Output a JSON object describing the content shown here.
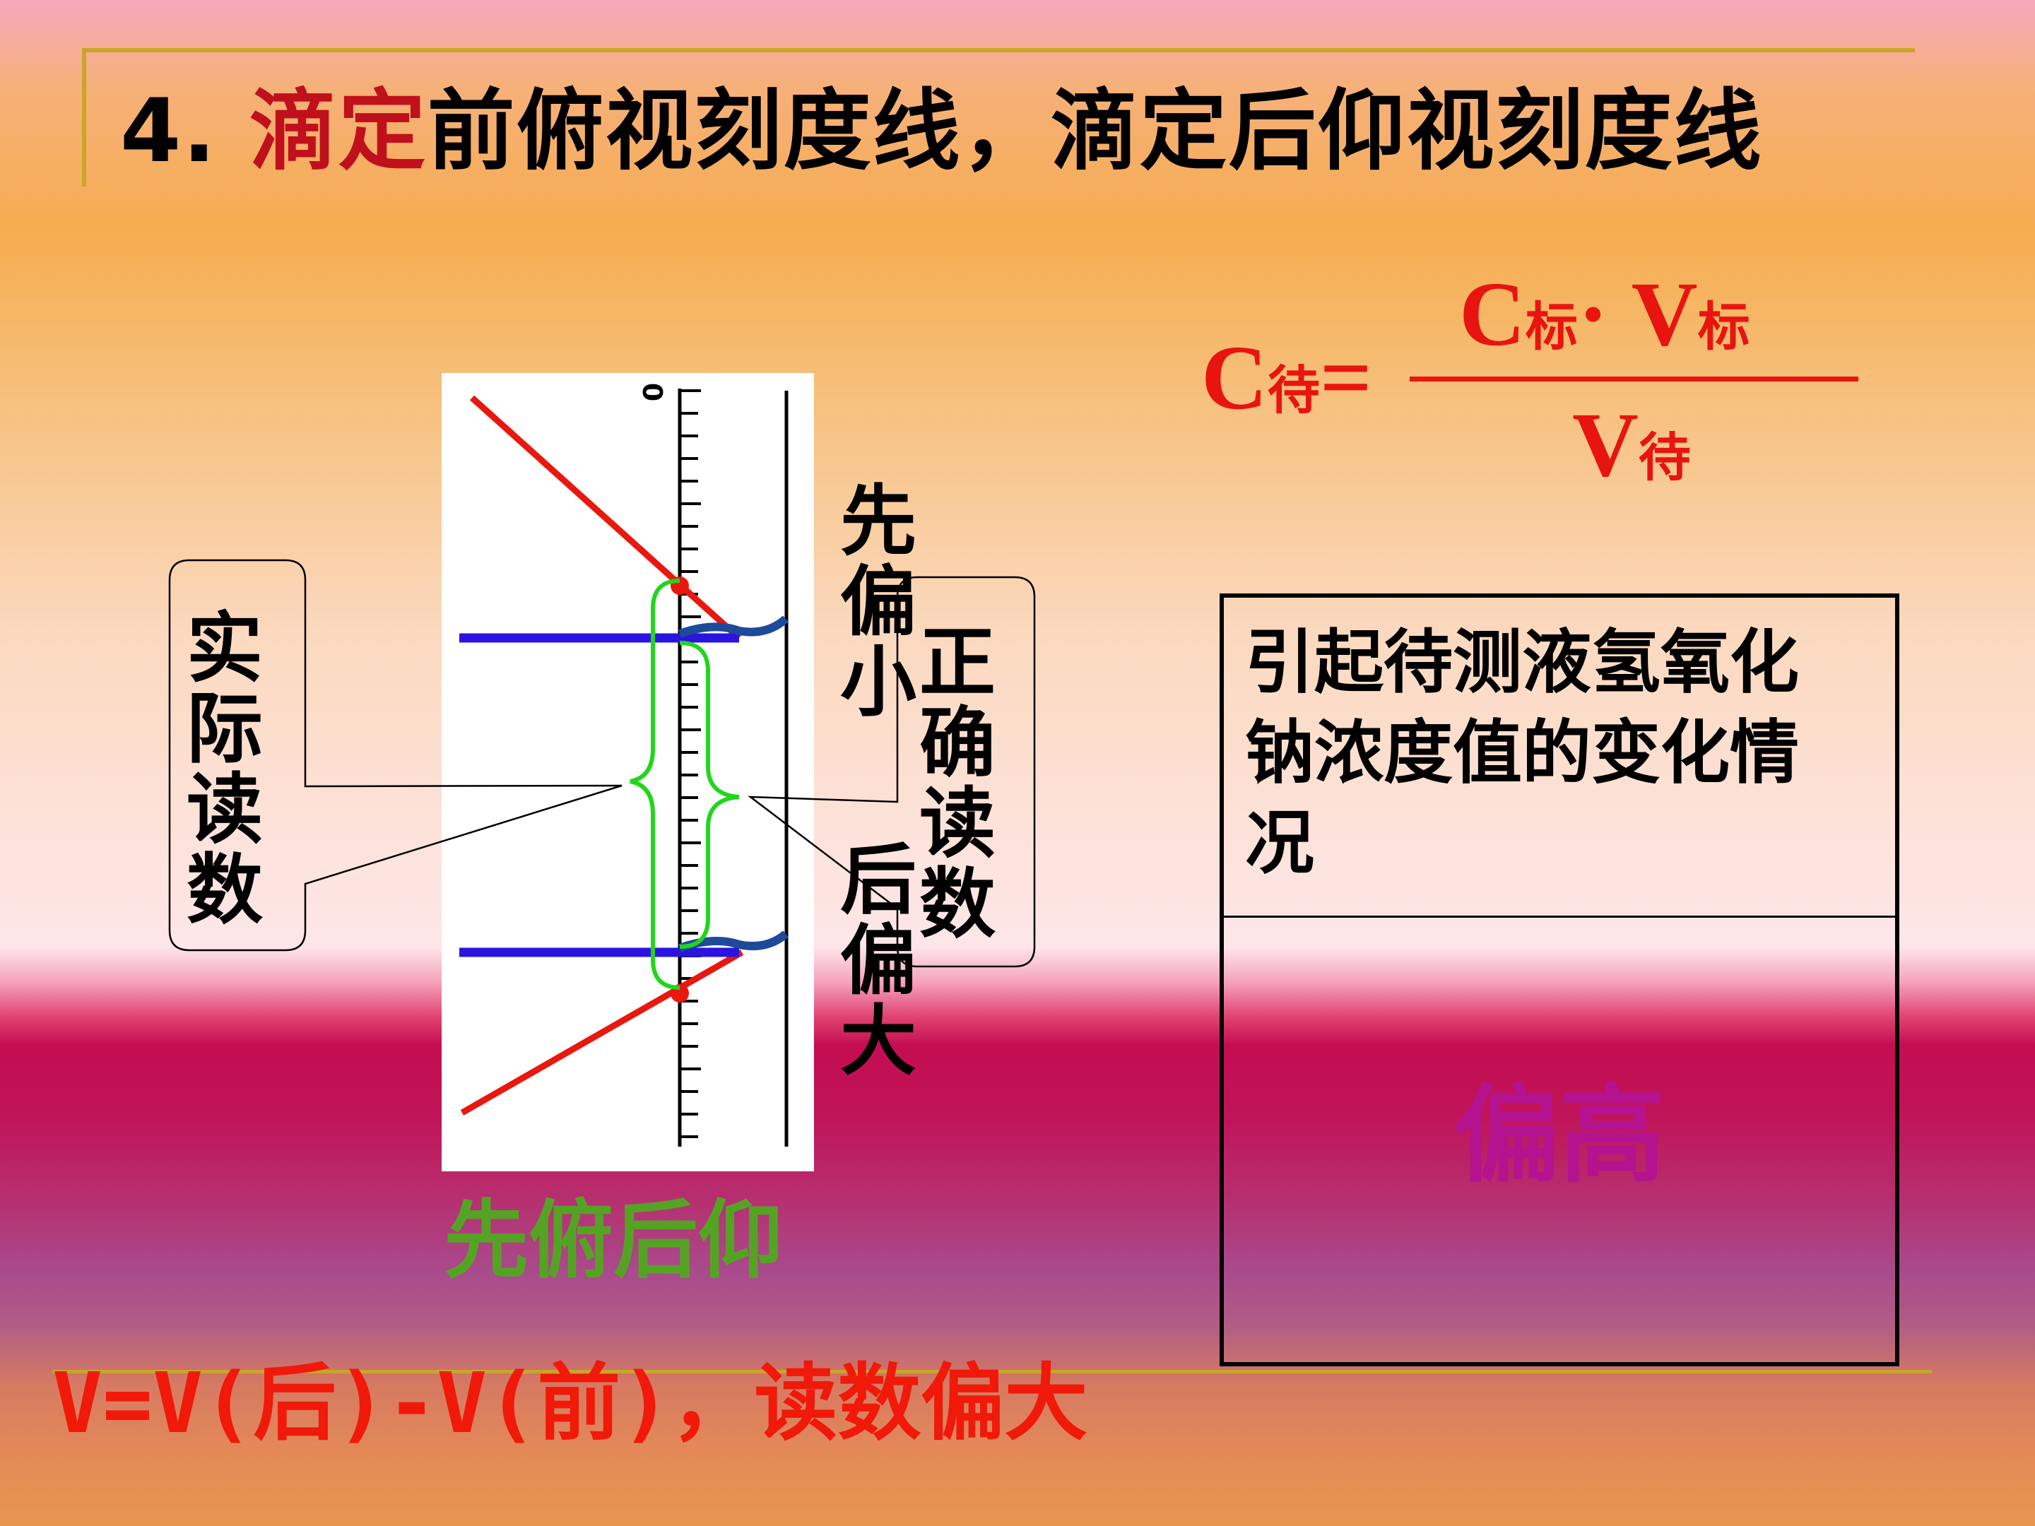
{
  "title": {
    "number": "4.",
    "highlight": "滴定",
    "rest": "前俯视刻度线，滴定后仰视刻度线"
  },
  "colors": {
    "title_highlight": "#c0101c",
    "formula": "#e8140f",
    "sight_line": "#e8180e",
    "meniscus_line": "#2b13e0",
    "brace": "#21d61b",
    "answer": "#b5128f",
    "method": "#55a324",
    "conclusion": "#f0190a",
    "rule": "#c9a628"
  },
  "diagram": {
    "zero_label": "0",
    "actual_reading": [
      "实",
      "际",
      "读",
      "数"
    ],
    "correct_reading": [
      "正",
      "确",
      "读",
      "数"
    ],
    "first_small": [
      "先",
      "偏",
      "小"
    ],
    "after_large": [
      "后",
      "偏",
      "大"
    ],
    "method": "先俯后仰"
  },
  "formula": {
    "lhs_symbol": "C",
    "lhs_sub": "待",
    "equals": "=",
    "num_c": "C",
    "num_c_sub": "标",
    "dot": "·",
    "num_v": " V",
    "num_v_sub": "标",
    "den_v": "V",
    "den_v_sub": "待"
  },
  "effect_box": {
    "question": "引起待测液氢氧化钠浓度值的变化情况",
    "answer": "偏高"
  },
  "conclusion": "V=V(后)-V(前)，读数偏大"
}
